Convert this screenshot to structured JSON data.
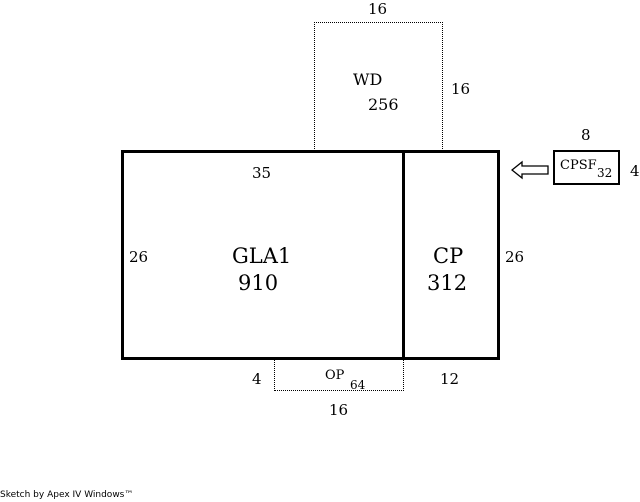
{
  "sketch": {
    "gla": {
      "name": "GLA1",
      "area": "910",
      "top_dim": "35",
      "left_dim": "26"
    },
    "cp": {
      "name": "CP",
      "area": "312",
      "right_dim": "26",
      "bottom_dim": "12"
    },
    "wd": {
      "name": "WD",
      "area": "256",
      "top_dim": "16",
      "right_dim": "16"
    },
    "op": {
      "name": "OP",
      "area": "64",
      "left_dim": "4",
      "bottom_dim": "16"
    },
    "cpsf": {
      "name": "CPSF",
      "area": "32",
      "top_dim": "8",
      "right_dim": "4",
      "arrow_icon": "hollow-left-arrow-icon"
    },
    "footer": "Sketch by Apex IV Windows™"
  }
}
